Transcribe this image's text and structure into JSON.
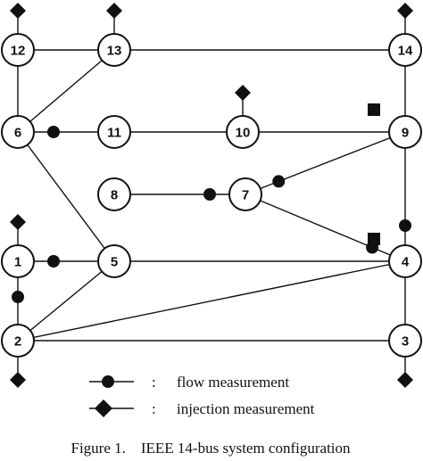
{
  "buses": [
    {
      "id": "b12",
      "label": "12"
    },
    {
      "id": "b13",
      "label": "13"
    },
    {
      "id": "b14",
      "label": "14"
    },
    {
      "id": "b6",
      "label": "6"
    },
    {
      "id": "b11",
      "label": "11"
    },
    {
      "id": "b10",
      "label": "10"
    },
    {
      "id": "b9",
      "label": "9"
    },
    {
      "id": "b8",
      "label": "8"
    },
    {
      "id": "b7",
      "label": "7"
    },
    {
      "id": "b1",
      "label": "1"
    },
    {
      "id": "b5",
      "label": "5"
    },
    {
      "id": "b4",
      "label": "4"
    },
    {
      "id": "b2",
      "label": "2"
    },
    {
      "id": "b3",
      "label": "3"
    }
  ],
  "branches": [
    [
      "b12",
      "b13"
    ],
    [
      "b13",
      "b14"
    ],
    [
      "b12",
      "b6"
    ],
    [
      "b6",
      "b13"
    ],
    [
      "b6",
      "b11"
    ],
    [
      "b11",
      "b10"
    ],
    [
      "b10",
      "b9"
    ],
    [
      "b14",
      "b9"
    ],
    [
      "b6",
      "b5"
    ],
    [
      "b8",
      "b7"
    ],
    [
      "b7",
      "b9"
    ],
    [
      "b7",
      "b4"
    ],
    [
      "b9",
      "b4"
    ],
    [
      "b1",
      "b5"
    ],
    [
      "b5",
      "b4"
    ],
    [
      "b1",
      "b2"
    ],
    [
      "b2",
      "b5"
    ],
    [
      "b2",
      "b4"
    ],
    [
      "b2",
      "b3"
    ],
    [
      "b4",
      "b3"
    ]
  ],
  "flow_measurements": [
    {
      "from": "b6",
      "to": "b11"
    },
    {
      "from": "b7",
      "to": "b8"
    },
    {
      "from": "b7",
      "to": "b9"
    },
    {
      "from": "b4",
      "to": "b7"
    },
    {
      "from": "b4",
      "to": "b9"
    },
    {
      "from": "b1",
      "to": "b5"
    },
    {
      "from": "b1",
      "to": "b2"
    }
  ],
  "injection_measurements": [
    "b12",
    "b13",
    "b14",
    "b10",
    "b1",
    "b2",
    "b3"
  ],
  "square_markers": [
    "b9",
    "b4"
  ],
  "legend": {
    "flow_sep": ":",
    "flow_label": "flow measurement",
    "injection_sep": ":",
    "injection_label": "injection measurement"
  },
  "caption": "Figure 1.    IEEE 14-bus system configuration"
}
